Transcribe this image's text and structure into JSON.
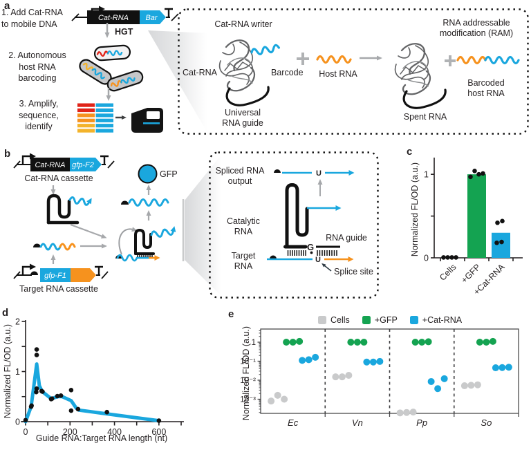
{
  "colors": {
    "cyan": "#1aa7de",
    "green": "#14a351",
    "orange": "#f6921e",
    "red": "#e02318",
    "yellow": "#f3b32b",
    "ink": "#231f20",
    "gray_arrow": "#a6a8ab",
    "gray_dot": "#c9cacb"
  },
  "panels": {
    "a": {
      "label": "a",
      "step1": "1. Add Cat-RNA\nto mobile DNA",
      "step2": "2. Autonomous\nhost RNA\nbarcoding",
      "step3": "3. Amplify,\nsequence,\nidentify",
      "cassette": {
        "gene1": "Cat-RNA",
        "gene2": "Bar"
      },
      "hgt": "HGT",
      "writer_title": "Cat-RNA writer",
      "catrna": "Cat-RNA",
      "barcode": "Barcode",
      "guide1": "Universal",
      "guide2": "RNA guide",
      "host_rna": "Host RNA",
      "ram1": "RNA addressable",
      "ram2": "modification (RAM)",
      "spent": "Spent RNA",
      "barcoded1": "Barcoded",
      "barcoded2": "host RNA"
    },
    "b": {
      "label": "b",
      "cassette1": {
        "gene1": "Cat-RNA",
        "gene2": "gfp-F2",
        "caption": "Cat-RNA cassette"
      },
      "cassette2": {
        "gene1": "gfp-F1",
        "caption": "Target RNA cassette"
      },
      "gfp": "GFP",
      "spliced1": "Spliced RNA",
      "spliced2": "output",
      "catalytic1": "Catalytic",
      "catalytic2": "RNA",
      "target1": "Target",
      "target2": "RNA",
      "rna_guide": "RNA guide",
      "splice_site": "Splice site",
      "g_base": "G",
      "u_top": "U",
      "u_bottom": "U"
    },
    "c": {
      "label": "c"
    },
    "d": {
      "label": "d"
    },
    "e": {
      "label": "e"
    }
  },
  "chart_data": [
    {
      "id": "c",
      "type": "bar",
      "title": "",
      "ylabel": "Normalized FL/OD (a.u.)",
      "categories": [
        "Cells",
        "+GFP",
        "+Cat-RNA"
      ],
      "values": [
        0.005,
        1.0,
        0.3
      ],
      "bar_colors": [
        "#c9cacb",
        "#14a351",
        "#1aa7de"
      ],
      "points": [
        [
          [
            -13,
            0.005
          ],
          [
            -7,
            0.005
          ],
          [
            -1,
            0.005
          ],
          [
            5,
            0.005
          ]
        ],
        [
          [
            -9,
            0.97
          ],
          [
            -3,
            1.04
          ],
          [
            3,
            1.0
          ],
          [
            9,
            1.01
          ]
        ],
        [
          [
            -5,
            0.42
          ],
          [
            2,
            0.44
          ],
          [
            -6,
            0.18
          ],
          [
            1,
            0.19
          ]
        ]
      ],
      "yticks": [
        0,
        1
      ],
      "yticks_minor": [
        0.5
      ],
      "ylim": [
        0,
        1.2
      ],
      "legend_position": "none",
      "grid": false
    },
    {
      "id": "d",
      "type": "line",
      "title": "",
      "xlabel": "Guide RNA:Target RNA length (nt)",
      "ylabel": "Normalized FL/OD (a.u.)",
      "xlim": [
        0,
        700
      ],
      "ylim": [
        0,
        2
      ],
      "xticks": [
        0,
        200,
        400,
        600
      ],
      "xticks_minor": [
        100,
        300,
        500,
        700
      ],
      "yticks": [
        0,
        1,
        2
      ],
      "yticks_minor": [
        0.5,
        1.5
      ],
      "line_color": "#1aa7de",
      "grid": false,
      "line": [
        [
          0,
          0
        ],
        [
          25,
          0.3
        ],
        [
          50,
          1.15
        ],
        [
          62,
          0.72
        ],
        [
          75,
          0.6
        ],
        [
          115,
          0.46
        ],
        [
          145,
          0.5
        ],
        [
          165,
          0.5
        ],
        [
          205,
          0.42
        ],
        [
          228,
          0.27
        ],
        [
          240,
          0.23
        ],
        [
          375,
          0.15
        ],
        [
          600,
          0.02
        ]
      ],
      "points": [
        [
          0,
          0.03
        ],
        [
          25,
          0.3
        ],
        [
          27,
          0.32
        ],
        [
          50,
          1.44
        ],
        [
          50,
          1.33
        ],
        [
          50,
          0.66
        ],
        [
          48,
          0.59
        ],
        [
          72,
          0.61
        ],
        [
          76,
          0.6
        ],
        [
          115,
          0.45
        ],
        [
          119,
          0.46
        ],
        [
          143,
          0.51
        ],
        [
          159,
          0.52
        ],
        [
          205,
          0.63
        ],
        [
          205,
          0.22
        ],
        [
          236,
          0.25
        ],
        [
          366,
          0.19
        ],
        [
          600,
          0.02
        ]
      ]
    },
    {
      "id": "e",
      "type": "scatter",
      "yscale": "log",
      "title": "",
      "ylabel": "Normalized FL/OD (a.u.)",
      "groups": [
        "Ec",
        "Vn",
        "Pp",
        "So"
      ],
      "yticks": [
        {
          "v": 1,
          "label": "1"
        },
        {
          "v": 0.1,
          "label": "10⁻¹"
        },
        {
          "v": 0.01,
          "label": "10⁻²"
        },
        {
          "v": 0.001,
          "label": "10⁻³"
        }
      ],
      "ylim": [
        0.00013,
        4.5
      ],
      "legend_position": "top",
      "grid": false,
      "series": [
        {
          "name": "Cells",
          "color": "#c9cacb",
          "values": [
            [
              0.0008,
              0.0016,
              0.001
            ],
            [
              0.015,
              0.015,
              0.018
            ],
            [
              0.00019,
              0.0002,
              0.00021
            ],
            [
              0.0051,
              0.0054,
              0.0057
            ]
          ]
        },
        {
          "name": "+GFP",
          "color": "#14a351",
          "values": [
            [
              1,
              1,
              1.1
            ],
            [
              1,
              1,
              1
            ],
            [
              1,
              1,
              1.05
            ],
            [
              1,
              1,
              1.1
            ]
          ]
        },
        {
          "name": "+Cat-RNA",
          "color": "#1aa7de",
          "values": [
            [
              0.11,
              0.12,
              0.16
            ],
            [
              0.09,
              0.09,
              0.097
            ],
            [
              0.0085,
              0.0036,
              0.012
            ],
            [
              0.045,
              0.046,
              0.048
            ]
          ]
        }
      ]
    }
  ]
}
